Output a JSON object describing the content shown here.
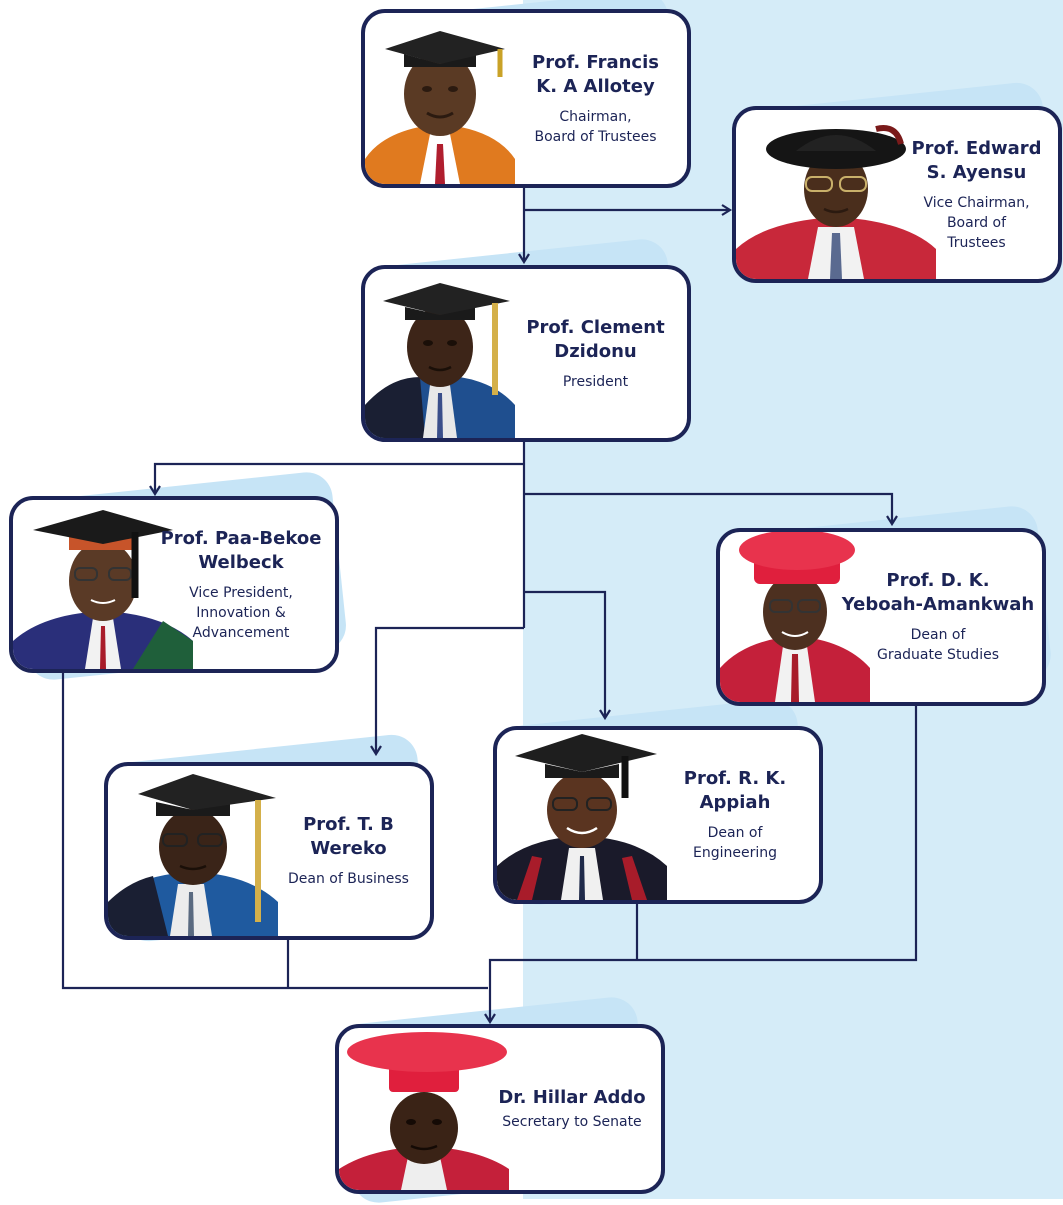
{
  "theme": {
    "navy": "#1c2456",
    "panel_blue": "#d5ecf8",
    "accent_blue": "#c6e4f6"
  },
  "people": {
    "allotey": {
      "name": "Prof. Francis\nK. A Allotey",
      "role": "Chairman,\nBoard of  Trustees",
      "portrait": "portrait-icon"
    },
    "ayensu": {
      "name": "Prof. Edward\nS. Ayensu",
      "role": "Vice Chairman,\nBoard of\nTrustees",
      "portrait": "portrait-icon"
    },
    "dzidonu": {
      "name": "Prof. Clement\nDzidonu",
      "role": "President",
      "portrait": "portrait-icon"
    },
    "welbeck": {
      "name": "Prof. Paa-Bekoe\nWelbeck",
      "role": "Vice President,\nInnovation &\nAdvancement",
      "portrait": "portrait-icon"
    },
    "yeboah": {
      "name": "Prof. D. K.\nYeboah-Amankwah",
      "role": "Dean of\nGraduate Studies",
      "portrait": "portrait-icon"
    },
    "wereko": {
      "name": "Prof. T. B\nWereko",
      "role": "Dean of Business",
      "portrait": "portrait-icon"
    },
    "appiah": {
      "name": "Prof. R. K.\nAppiah",
      "role": "Dean of\nEngineering",
      "portrait": "portrait-icon"
    },
    "addo": {
      "name": "Dr. Hillar Addo",
      "role": "Secretary to Senate",
      "portrait": "portrait-icon"
    }
  }
}
